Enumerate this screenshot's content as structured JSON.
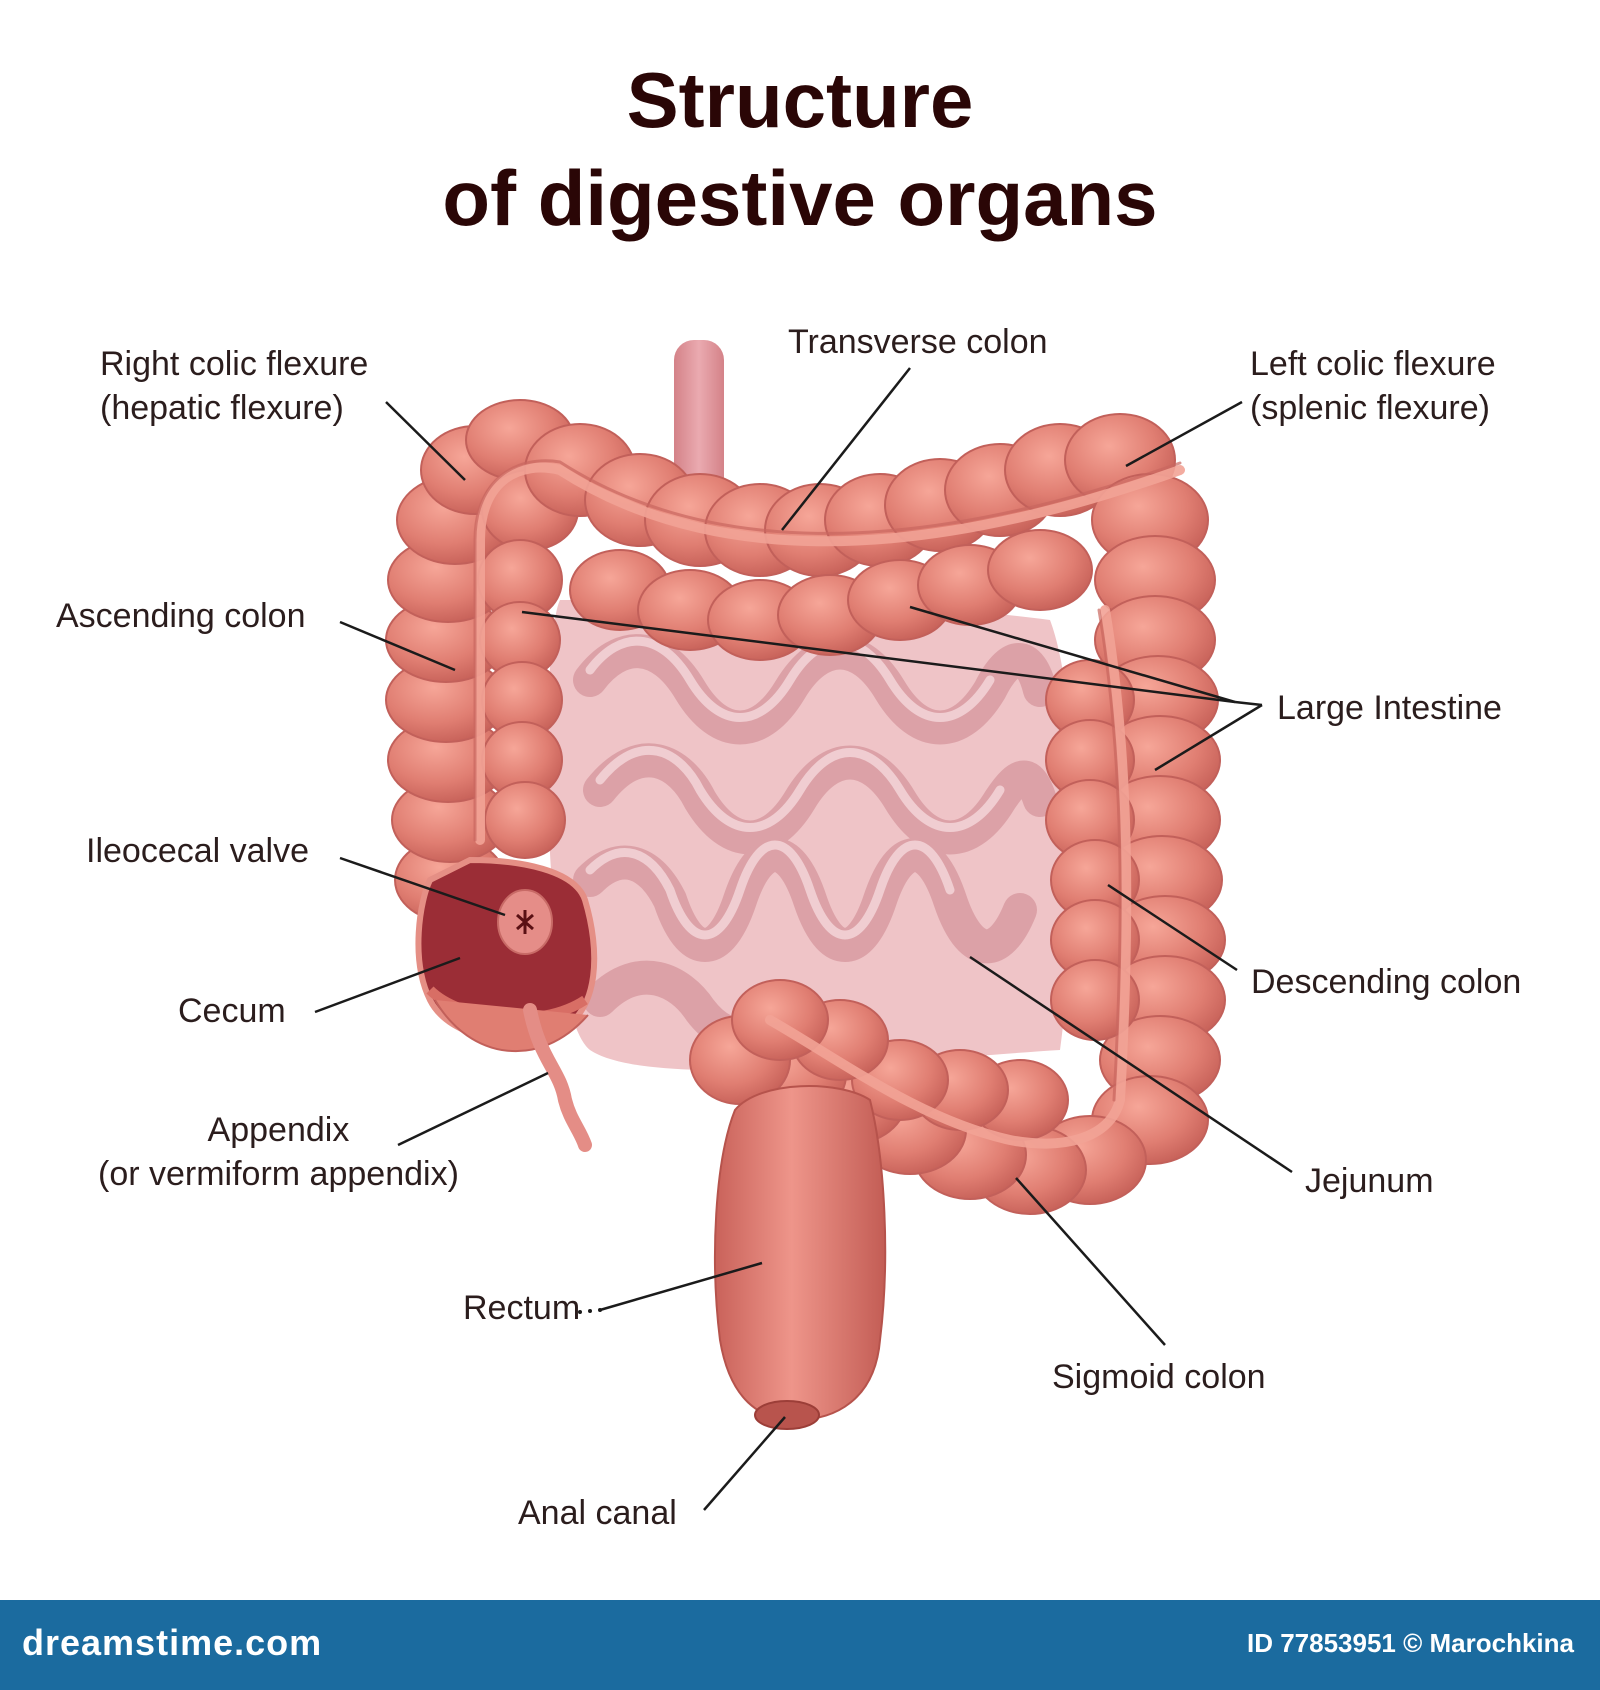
{
  "title": {
    "line1": "Structure",
    "line2": "of digestive organs"
  },
  "labels": {
    "right_colic": [
      "Right colic flexure",
      "(hepatic flexure)"
    ],
    "transverse_colon": "Transverse colon",
    "left_colic": [
      "Left colic flexure",
      "(splenic flexure)"
    ],
    "ascending_colon": "Ascending colon",
    "large_intestine": "Large Intestine",
    "ileocecal_valve": "Ileocecal valve",
    "cecum": "Cecum",
    "descending_colon": "Descending colon",
    "appendix": [
      "Appendix",
      "(or vermiform appendix)"
    ],
    "jejunum": "Jejunum",
    "rectum": "Rectum",
    "sigmoid_colon": "Sigmoid colon",
    "anal_canal": "Anal canal"
  },
  "footer": {
    "brand": "dreamstime.com",
    "id": "ID 77853951",
    "author": "© Marochkina"
  },
  "colors": {
    "colon": "#e07e72",
    "small_intestine": "#e9b2b7",
    "cecum_inner": "#9b2d36",
    "title": "#2a0606",
    "footer": "#1b6b9f"
  }
}
